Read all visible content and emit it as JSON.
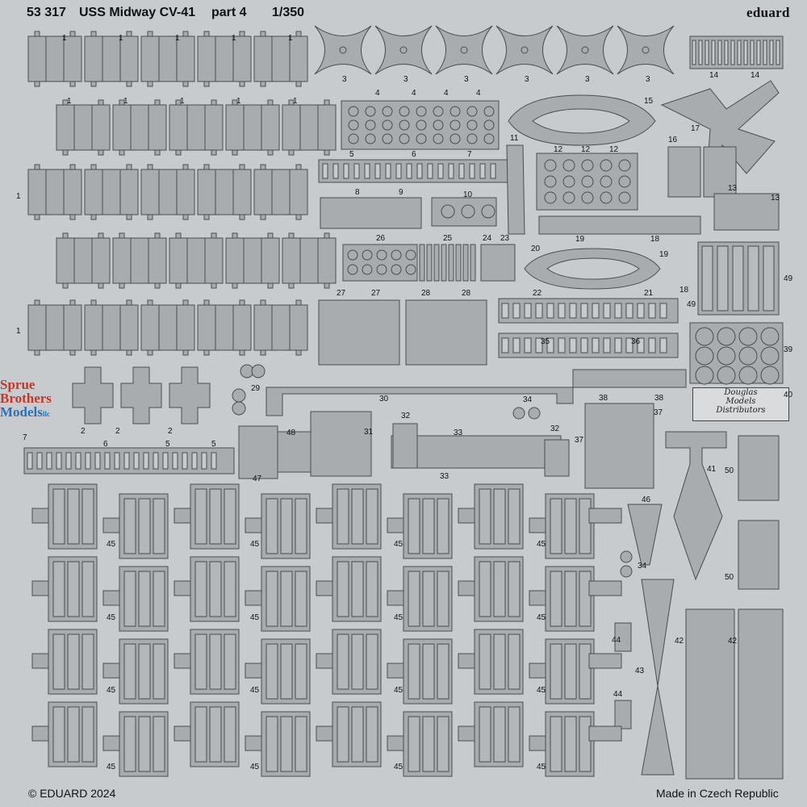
{
  "header": {
    "kit_number": "53 317",
    "title": "USS Midway CV-41",
    "part": "part 4",
    "scale": "1/350",
    "brand": "eduard"
  },
  "footer": {
    "copyright": "© EDUARD 2024",
    "origin": "Made in Czech Republic"
  },
  "watermark": {
    "line1": "Sprue",
    "line2": "Brothers",
    "line3": "Models",
    "suffix": "llc"
  },
  "distributor": {
    "line1": "Douglas",
    "line2": "Models",
    "line3": "Distributors"
  },
  "colors": {
    "sheet": "#c8cbcd",
    "part_fill": "#a9acae",
    "part_stroke": "#4a4c4e",
    "watermark_red": "#c0392b",
    "watermark_blue": "#2e6fb5"
  },
  "part_numbers": {
    "n1": "1",
    "n2": "2",
    "n3": "3",
    "n4": "4",
    "n5": "5",
    "n6": "6",
    "n7": "7",
    "n8": "8",
    "n9": "9",
    "n10": "10",
    "n11": "11",
    "n12": "12",
    "n13": "13",
    "n14": "14",
    "n15": "15",
    "n16": "16",
    "n17": "17",
    "n18": "18",
    "n19": "19",
    "n20": "20",
    "n21": "21",
    "n22": "22",
    "n23": "23",
    "n24": "24",
    "n25": "25",
    "n26": "26",
    "n27": "27",
    "n28": "28",
    "n29": "29",
    "n30": "30",
    "n31": "31",
    "n32": "32",
    "n33": "33",
    "n34": "34",
    "n35": "35",
    "n36": "36",
    "n37": "37",
    "n38": "38",
    "n39": "39",
    "n40": "40",
    "n41": "41",
    "n42": "42",
    "n43": "43",
    "n44": "44",
    "n45": "45",
    "n46": "46",
    "n47": "47",
    "n48": "48",
    "n49": "49",
    "n50": "50"
  }
}
